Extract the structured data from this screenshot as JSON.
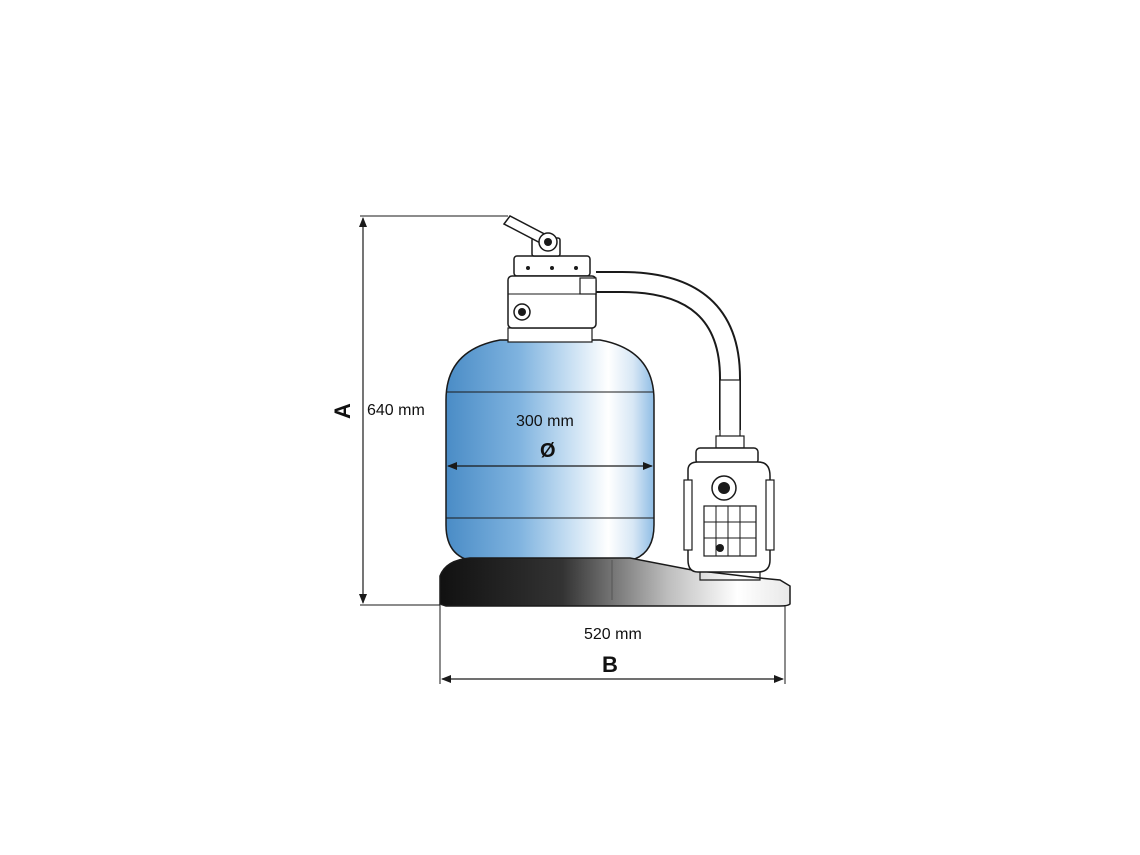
{
  "dimensions": {
    "height": {
      "letter": "A",
      "value": "640 mm"
    },
    "diameter": {
      "letter": "Ø",
      "value": "300 mm"
    },
    "width": {
      "letter": "B",
      "value": "520 mm"
    }
  },
  "colors": {
    "tank_fill": "#5b9bd1",
    "base_fill": "#1a1a1a",
    "line": "#1a1a1a"
  }
}
